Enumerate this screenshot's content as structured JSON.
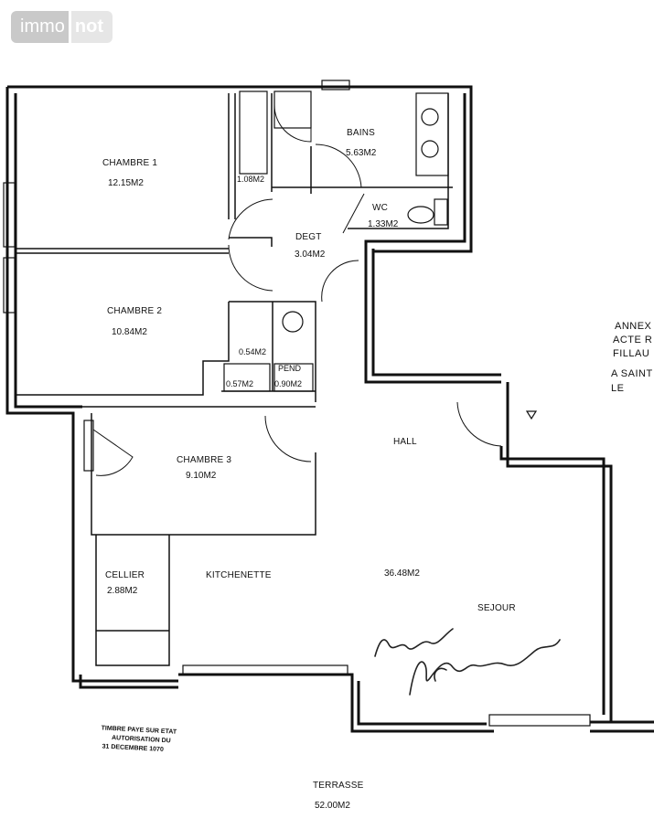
{
  "logo": {
    "part1": "immo",
    "part2": "not"
  },
  "rooms": {
    "chambre1": {
      "name": "CHAMBRE 1",
      "area": "12.15M2"
    },
    "chambre2": {
      "name": "CHAMBRE 2",
      "area": "10.84M2"
    },
    "chambre3": {
      "name": "CHAMBRE 3",
      "area": "9.10M2"
    },
    "bains": {
      "name": "BAINS",
      "area": "5.63M2"
    },
    "wc": {
      "name": "WC",
      "area": "1.33M2"
    },
    "degt": {
      "name": "DEGT",
      "area": "3.04M2"
    },
    "hall": {
      "name": "HALL"
    },
    "cellier": {
      "name": "CELLIER",
      "area": "2.88M2"
    },
    "kitchenette": {
      "name": "KITCHENETTE"
    },
    "sejour": {
      "name": "SEJOUR",
      "area": "36.48M2"
    },
    "terrasse": {
      "name": "TERRASSE",
      "area": "52.00M2"
    },
    "placard1": {
      "area": "1.08M2"
    },
    "placard2": {
      "area": "0.54M2"
    },
    "placard3": {
      "area": "0.57M2"
    },
    "pend": {
      "name": "PEND",
      "area": "0.90M2"
    }
  },
  "stamp": {
    "line1": "TIMBRE PAYE SUR ETAT",
    "line2": "AUTORISATION DU",
    "line3": "31 DECEMBRE 1070"
  },
  "annex": {
    "line1": "ANNEX",
    "line2": "ACTE R",
    "line3": "FILLAU",
    "line4": "A SAINT",
    "line5": "LE"
  }
}
